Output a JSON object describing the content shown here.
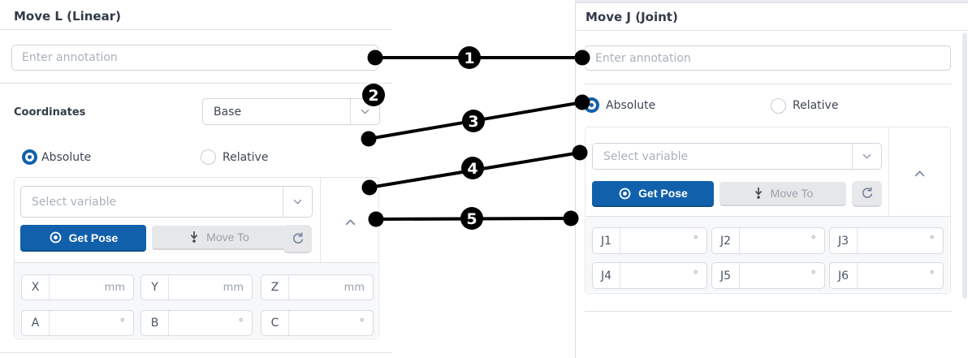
{
  "colors": {
    "accent_blue": "#1160ab",
    "divider": "#dde1e6",
    "input_border": "#cfd5dc",
    "section_bg": "#f7f8fa",
    "disabled_bg": "#e6e7e9",
    "disabled_text": "#9aa1ab",
    "icon_grey": "#7d89a0",
    "callout_black": "#000000"
  },
  "left_panel": {
    "title": "Move L (Linear)",
    "annotation": {
      "value": "",
      "placeholder": "Enter annotation"
    },
    "coordinates": {
      "label": "Coordinates",
      "value": "Base"
    },
    "radios": [
      {
        "label": "Absolute",
        "selected": true
      },
      {
        "label": "Relative",
        "selected": false
      }
    ],
    "variable_select": {
      "value": "",
      "placeholder": "Select variable"
    },
    "buttons": {
      "get_pose": "Get Pose",
      "move_to": "Move To"
    },
    "pose_fields": [
      {
        "label": "X",
        "value": "",
        "unit": "mm"
      },
      {
        "label": "Y",
        "value": "",
        "unit": "mm"
      },
      {
        "label": "Z",
        "value": "",
        "unit": "mm"
      },
      {
        "label": "A",
        "value": "",
        "unit": "°"
      },
      {
        "label": "B",
        "value": "",
        "unit": "°"
      },
      {
        "label": "C",
        "value": "",
        "unit": "°"
      }
    ]
  },
  "right_panel": {
    "title": "Move J (Joint)",
    "annotation": {
      "value": "",
      "placeholder": "Enter annotation"
    },
    "radios": [
      {
        "label": "Absolute",
        "selected": true
      },
      {
        "label": "Relative",
        "selected": false
      }
    ],
    "variable_select": {
      "value": "",
      "placeholder": "Select variable"
    },
    "buttons": {
      "get_pose": "Get Pose",
      "move_to": "Move To"
    },
    "joint_fields": [
      {
        "label": "J1",
        "value": "",
        "unit": "°"
      },
      {
        "label": "J2",
        "value": "",
        "unit": "°"
      },
      {
        "label": "J3",
        "value": "",
        "unit": "°"
      },
      {
        "label": "J4",
        "value": "",
        "unit": "°"
      },
      {
        "label": "J5",
        "value": "",
        "unit": "°"
      },
      {
        "label": "J6",
        "value": "",
        "unit": "°"
      }
    ]
  },
  "icons": {
    "get_pose": "target-dot-icon",
    "move_to": "arrow-down-to-dot-icon",
    "refresh": "refresh-icon",
    "select_caret": "chevron-down-icon",
    "collapse": "chevron-up-icon"
  },
  "callouts": [
    {
      "number": "1",
      "line": [
        462,
        71,
        717,
        71
      ],
      "badge": [
        578,
        71
      ]
    },
    {
      "number": "2",
      "line": null,
      "badge": [
        460,
        117
      ]
    },
    {
      "number": "3",
      "line": [
        454,
        171,
        717,
        126
      ],
      "badge": [
        583,
        149
      ]
    },
    {
      "number": "4",
      "line": [
        455,
        231,
        714,
        188
      ],
      "badge": [
        582,
        207
      ]
    },
    {
      "number": "5",
      "line": [
        463,
        270,
        703,
        269
      ],
      "badge": [
        581,
        269
      ]
    }
  ]
}
